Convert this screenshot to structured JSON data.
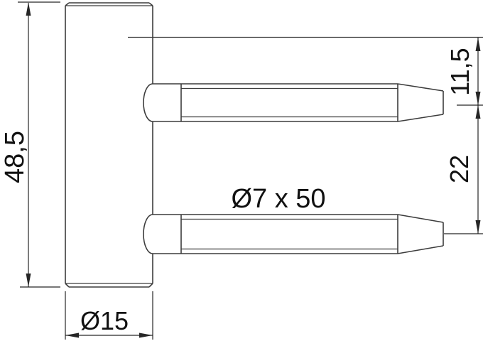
{
  "drawing": {
    "labels": {
      "height": "48,5",
      "diameter": "Ø15",
      "pin_spec": "Ø7 x 50",
      "pin_offset": "11,5",
      "pin_spacing": "22"
    },
    "colors": {
      "line": "#3c3c3c",
      "dim": "#262626",
      "text": "#111111",
      "background": "#ffffff"
    }
  }
}
